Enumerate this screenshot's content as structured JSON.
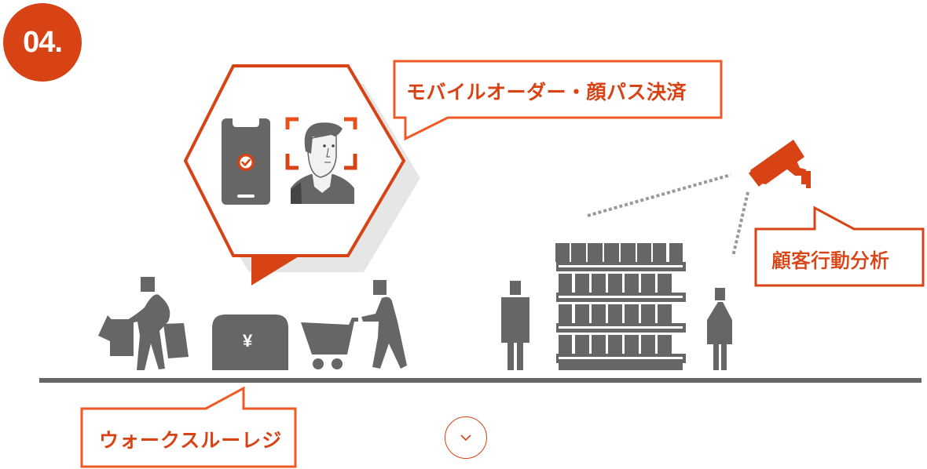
{
  "step_badge": {
    "label": "04.",
    "color": "#d84315"
  },
  "colors": {
    "accent": "#d84315",
    "callout_border": "#ee5a24",
    "figure_gray": "#666666",
    "shadow_gray": "#e6e6e6",
    "floor": "#666666"
  },
  "callouts": {
    "mobile_order": {
      "label": "モバイルオーダー・顔パス決済"
    },
    "customer_analysis": {
      "label": "顧客行動分析"
    },
    "walkthrough_register": {
      "label": "ウォークスルーレジ"
    }
  },
  "register": {
    "currency_symbol": "¥"
  },
  "icons": {
    "phone": "smartphone-check-icon",
    "face": "face-recognition-icon",
    "camera": "security-camera-icon",
    "cart": "shopping-cart-icon",
    "scroll": "chevron-down-icon"
  },
  "scroll_button": {
    "label": "scroll down"
  }
}
